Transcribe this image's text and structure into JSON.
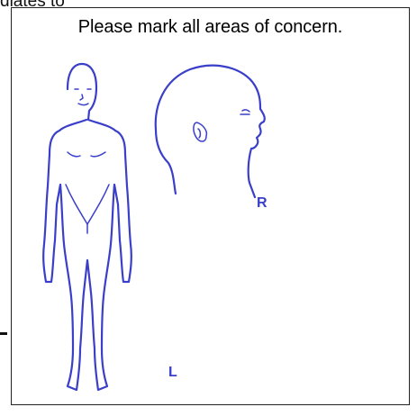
{
  "page": {
    "top_fragment": "diates to"
  },
  "diagram": {
    "prompt": "Please mark all areas of concern.",
    "labels": {
      "right_side": "R",
      "left_side": "L"
    },
    "line_color": "#3a3fc9"
  }
}
